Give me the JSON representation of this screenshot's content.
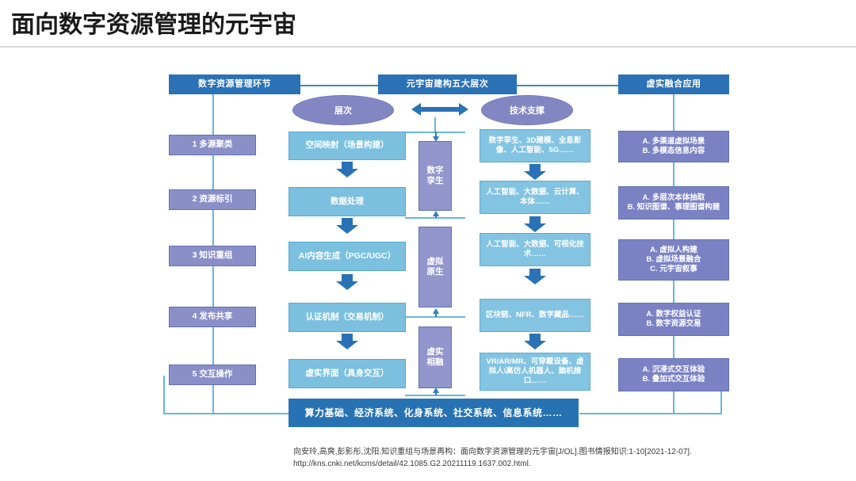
{
  "page": {
    "title": "面向数字资源管理的元宇宙"
  },
  "headers": [
    {
      "label": "数字资源管理环节"
    },
    {
      "label": "元宇宙建构五大层次"
    },
    {
      "label": "虚实融合应用"
    }
  ],
  "ellipses": [
    {
      "label": "层次"
    },
    {
      "label": "技术支撑"
    }
  ],
  "stages": [
    {
      "label": "1 多源聚类"
    },
    {
      "label": "2 资源标引"
    },
    {
      "label": "3 知识重组"
    },
    {
      "label": "4 发布共享"
    },
    {
      "label": "5 交互操作"
    }
  ],
  "layers": [
    {
      "label": "空间映射（场景构建）"
    },
    {
      "label": "数据处理"
    },
    {
      "label": "AI内容生成（PGC/UGC）"
    },
    {
      "label": "认证机制（交易机制）"
    },
    {
      "label": "虚实界面（具身交互）"
    }
  ],
  "verticals": [
    {
      "label": "数字\n孪生"
    },
    {
      "label": "虚拟\n原生"
    },
    {
      "label": "虚实\n相融"
    }
  ],
  "tech": [
    {
      "label": "数字孪生、3D建模、全息影像、人工智能、5G……"
    },
    {
      "label": "人工智能、大数据、云计算、本体……"
    },
    {
      "label": "人工智能、大数据、可视化技术……"
    },
    {
      "label": "区块链、NFR、数字藏品……"
    },
    {
      "label": "VR/AR/MR、可穿戴设备、虚拟人\\高仿人机器人、脑机接口……"
    }
  ],
  "applications": [
    {
      "label": "A. 多渠道虚拟场景\nB. 多模态信息内容"
    },
    {
      "label": "A. 多层次本体抽取\nB. 知识图谱、事理图谱构建"
    },
    {
      "label": "A. 虚拟人构建\nB. 虚拟场景融合\nC. 元宇宙叙事"
    },
    {
      "label": "A. 数字权益认证\nB. 数字资源交易"
    },
    {
      "label": "A. 沉浸式交互体验\nB. 叠加式交互体验"
    }
  ],
  "bottom_bar": {
    "label": "算力基础、经济系统、化身系统、社交系统、信息系统……"
  },
  "citation": {
    "text": "向安玲,高爽,彭影彤,沈阳.知识重组与场景再构：面向数字资源管理的元宇宙[J/OL].图书情报知识:1-10[2021-12-07].\nhttp://kns.cnki.net/kcms/detail/42.1085.G2.20211119.1637.002.html."
  },
  "colors": {
    "header_blue": "#2a72b5",
    "stage_purple": "#8a8fc8",
    "layer_blue": "#7cc0e0",
    "vertical_purple": "#9296cd",
    "tech_blue": "#83c4e2",
    "application_purple": "#7b82c4",
    "bottom_blue": "#2772b2",
    "connector_blue": "#69b6dd"
  }
}
